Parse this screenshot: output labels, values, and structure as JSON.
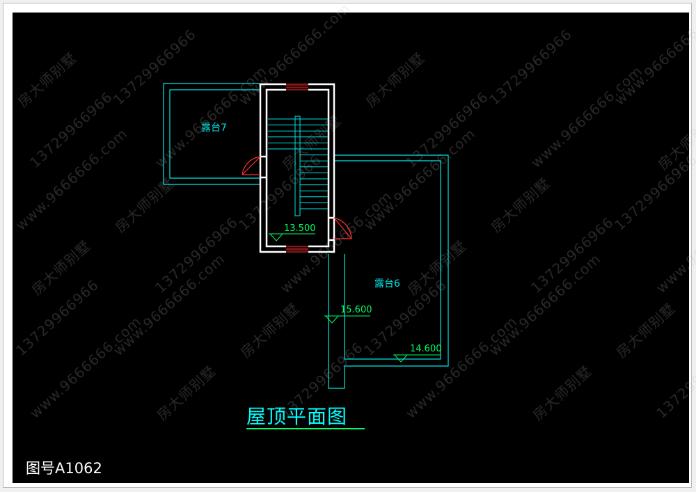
{
  "drawing": {
    "title": "屋顶平面图",
    "drawing_number": "图号A1062",
    "labels": {
      "terrace7": "露台7",
      "terrace6": "露台6",
      "elev_stair": "13.500",
      "elev_mid": "15.600",
      "elev_low": "14.600"
    },
    "watermark": {
      "brand": "房大师别墅",
      "phone": "13729966966",
      "site": "www.9666666.com"
    }
  },
  "colors": {
    "background": "#000000",
    "outline": "#00ffff",
    "wall": "#ffffff",
    "door": "#ff2020",
    "dimension": "#00ff66",
    "title": "#00ffff"
  }
}
